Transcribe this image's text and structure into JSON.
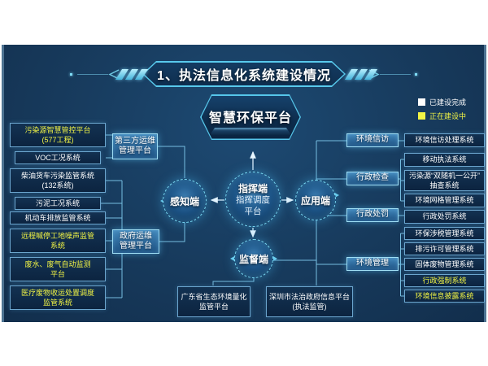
{
  "title": "1、执法信息化系统建设情况",
  "platform": {
    "label": "智慧环保平台"
  },
  "legend": {
    "items": [
      {
        "label": "已建设完成",
        "status": "completed",
        "color": "#ffffff"
      },
      {
        "label": "正在建设中",
        "status": "in_progress",
        "color": "#f2f445"
      }
    ]
  },
  "nodes": {
    "perception": {
      "label": "感知端"
    },
    "command": {
      "label": "指挥端",
      "sublabel": "指挥调度\n平台"
    },
    "application": {
      "label": "应用端"
    },
    "supervision": {
      "label": "监督端"
    }
  },
  "ops": {
    "third_party": {
      "label": "第三方运维\n管理平台"
    },
    "government": {
      "label": "政府运维\n管理平台"
    }
  },
  "left_items": [
    {
      "label": "污染源智慧管控平台\n(577工程)",
      "status": "in_progress"
    },
    {
      "label": "VOC工况系统",
      "status": "completed"
    },
    {
      "label": "柴油货车污染监管系统\n(132系统)",
      "status": "completed"
    },
    {
      "label": "污泥工况系统",
      "status": "completed"
    },
    {
      "label": "机动车排放监管系统",
      "status": "completed"
    },
    {
      "label": "远程喊停工地噪声监管\n系统",
      "status": "in_progress"
    },
    {
      "label": "废水、废气自动监测\n平台",
      "status": "in_progress"
    },
    {
      "label": "医疗废物收运处置调度\n监管系统",
      "status": "in_progress"
    }
  ],
  "right_categories": [
    {
      "label": "环境信访"
    },
    {
      "label": "行政检查"
    },
    {
      "label": "行政处罚"
    },
    {
      "label": "环境管理"
    }
  ],
  "right_items": [
    {
      "label": "环境信访处理系统",
      "status": "completed"
    },
    {
      "label": "移动执法系统",
      "status": "completed"
    },
    {
      "label": "污染源“双随机一公开”\n抽查系统",
      "status": "completed"
    },
    {
      "label": "环境网格管理系统",
      "status": "completed"
    },
    {
      "label": "行政处罚系统",
      "status": "completed"
    },
    {
      "label": "环保涉税管理系统",
      "status": "completed"
    },
    {
      "label": "排污许可管理系统",
      "status": "completed"
    },
    {
      "label": "固体废物管理系统",
      "status": "completed"
    },
    {
      "label": "行政强制系统",
      "status": "in_progress"
    },
    {
      "label": "环境信息披露系统",
      "status": "in_progress"
    }
  ],
  "bottom_items": [
    {
      "label": "广东省生态环境量化\n监管平台",
      "status": "completed"
    },
    {
      "label": "深圳市法治政府信息平台\n(执法监管)",
      "status": "completed"
    }
  ]
}
